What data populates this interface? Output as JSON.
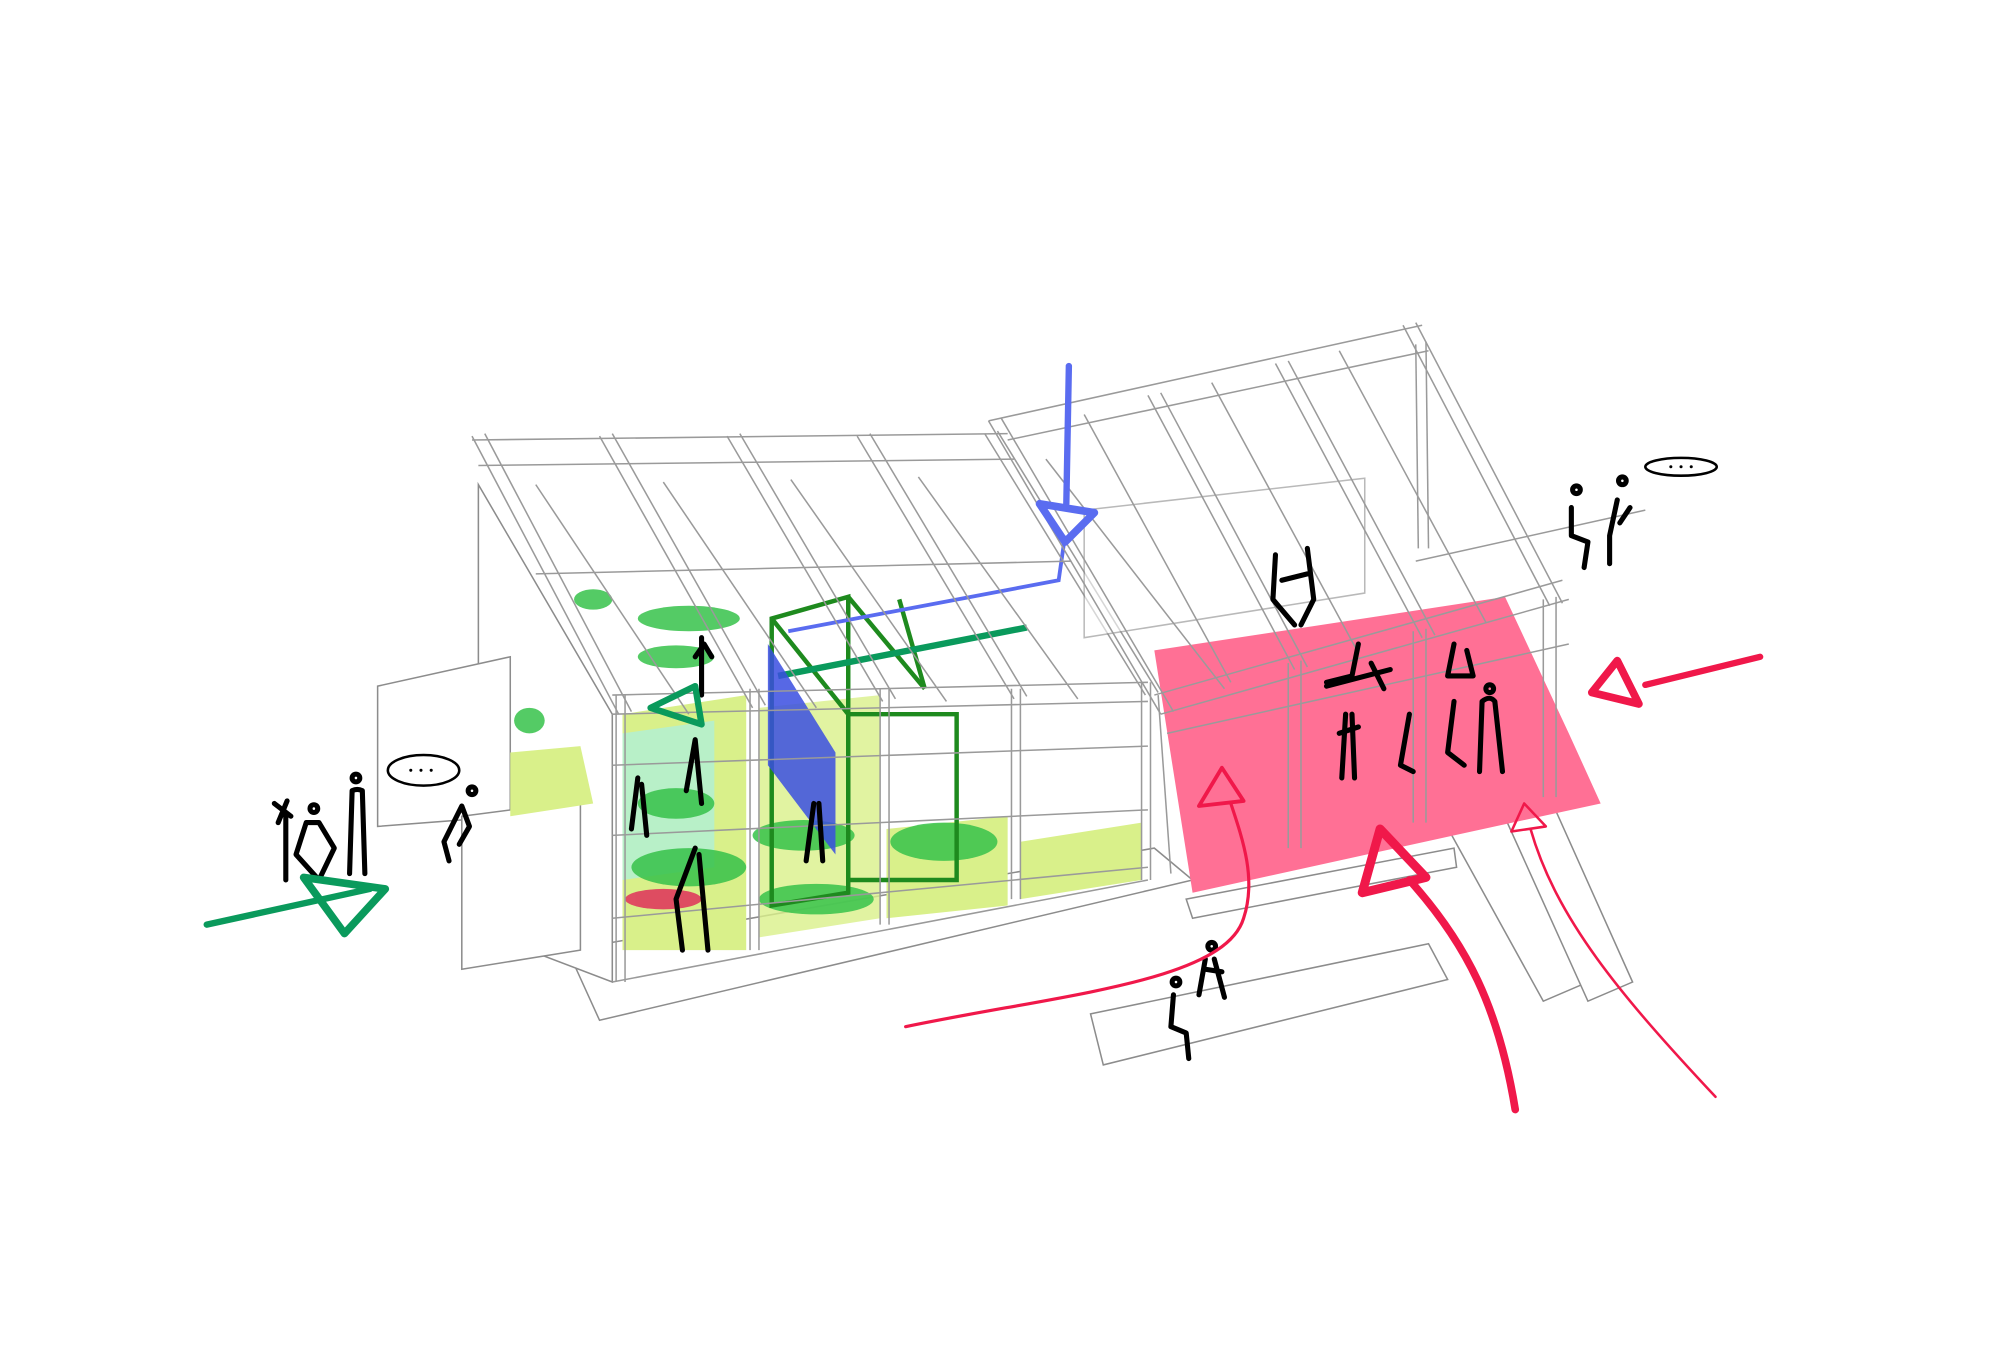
{
  "diagram": {
    "type": "axonometric-architectural-diagram",
    "colors": {
      "background": "#ffffff",
      "structure_line": "#9a9a9a",
      "gathering_zone": "#ff7095",
      "access_arrow_red": "#f0184a",
      "garden_zone": "#d9f08a",
      "garden_zone_light": "#b8f0c8",
      "planting": "#36c24a",
      "green_arrow": "#0a9a5c",
      "green_frame": "#1e8a1e",
      "blue_arrow": "#5a6cf0",
      "blue_screen": "#3a4ee0",
      "figures": "#000000"
    },
    "arrows": [
      {
        "id": "green-entry-arrow",
        "color": "green_arrow",
        "direction": "in-from-left"
      },
      {
        "id": "blue-rain-arrow",
        "color": "blue_arrow",
        "direction": "down"
      },
      {
        "id": "red-entry-arrow-right",
        "color": "access_arrow_red",
        "direction": "in-from-right"
      },
      {
        "id": "red-entry-arrow-front-large",
        "color": "access_arrow_red",
        "direction": "in-from-front"
      },
      {
        "id": "red-entry-arrow-curve-left",
        "color": "access_arrow_red",
        "direction": "in-from-front-left"
      },
      {
        "id": "red-entry-arrow-thin-right",
        "color": "access_arrow_red",
        "direction": "in-from-front-right"
      }
    ]
  }
}
